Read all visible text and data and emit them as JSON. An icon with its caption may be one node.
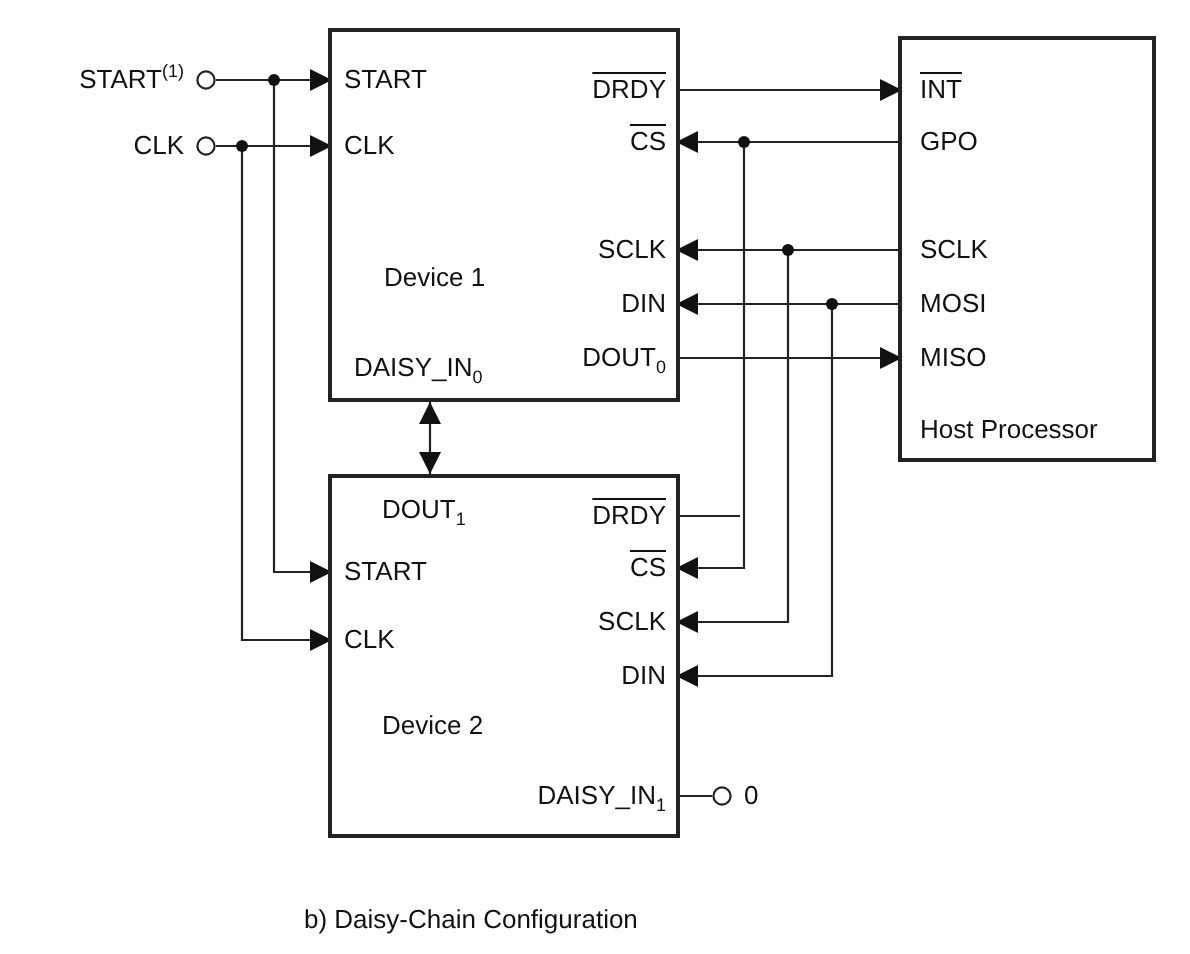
{
  "diagram": {
    "caption": "b) Daisy-Chain Configuration",
    "nodes": [
      {
        "text": [
          "START$^{(1)}$"
        ]
      },
      {
        "text": [
          "CLK"
        ]
      },
      {
        "text": [
          "Device 1"
        ]
      },
      {
        "text": [
          "START"
        ],
        "in": 2
      },
      {
        "text": [
          "CLK"
        ],
        "in": 2
      },
      {
        "text": [
          "DRDY"
        ],
        "in": 2
      },
      {
        "text": [
          "CS"
        ],
        "in": 2
      },
      {
        "text": [
          "SCLK"
        ],
        "in": 2
      },
      {
        "text": [
          "DIN"
        ],
        "in": 2
      },
      {
        "text": [
          "DOUT$_{0}$"
        ],
        "in": 2
      },
      {
        "text": [
          "DAISY_IN$_{0}$"
        ],
        "in": 2
      },
      {
        "text": [
          "Host Processor"
        ]
      },
      {
        "text": [
          "INT"
        ],
        "in": 11
      },
      {
        "text": [
          "GPO"
        ],
        "in": 11
      },
      {
        "text": [
          "SCLK"
        ],
        "in": 11
      },
      {
        "text": [
          "MOSI"
        ],
        "in": 11
      },
      {
        "text": [
          "MISO"
        ],
        "in": 11
      },
      {
        "text": [
          "Device 2"
        ]
      },
      {
        "text": [
          "DOUT$_{1}$"
        ],
        "in": 17
      },
      {
        "text": [
          "DRDY"
        ],
        "in": 17
      },
      {
        "text": [
          "START"
        ],
        "in": 17
      },
      {
        "text": [
          "CS"
        ],
        "in": 17
      },
      {
        "text": [
          "CLK"
        ],
        "in": 17
      },
      {
        "text": [
          "SCLK"
        ],
        "in": 17
      },
      {
        "text": [
          "DIN"
        ],
        "in": 17
      },
      {
        "text": [
          "DAISY_IN$_{1}$"
        ],
        "in": 17
      },
      {
        "text": [
          "0"
        ]
      }
    ],
    "edges": [
      {
        "from": 0,
        "to": 3,
        "arrow": "to"
      },
      {
        "from": 0,
        "to": 20,
        "arrow": "to"
      },
      {
        "from": 1,
        "to": 4,
        "arrow": "to"
      },
      {
        "from": 1,
        "to": 22,
        "arrow": "to"
      },
      {
        "from": 5,
        "to": 12,
        "arrow": "to"
      },
      {
        "from": 13,
        "to": 6,
        "arrow": "to"
      },
      {
        "from": 13,
        "to": 21,
        "arrow": "to"
      },
      {
        "from": 14,
        "to": 7,
        "arrow": "to"
      },
      {
        "from": 14,
        "to": 23,
        "arrow": "to"
      },
      {
        "from": 15,
        "to": 8,
        "arrow": "to"
      },
      {
        "from": 15,
        "to": 24,
        "arrow": "to"
      },
      {
        "from": 9,
        "to": 16,
        "arrow": "to"
      },
      {
        "from": 2,
        "to": 17,
        "arrow": "both"
      },
      {
        "from": 19,
        "to": null,
        "arrow": "none"
      },
      {
        "from": 25,
        "to": 26,
        "arrow": "none"
      }
    ]
  }
}
